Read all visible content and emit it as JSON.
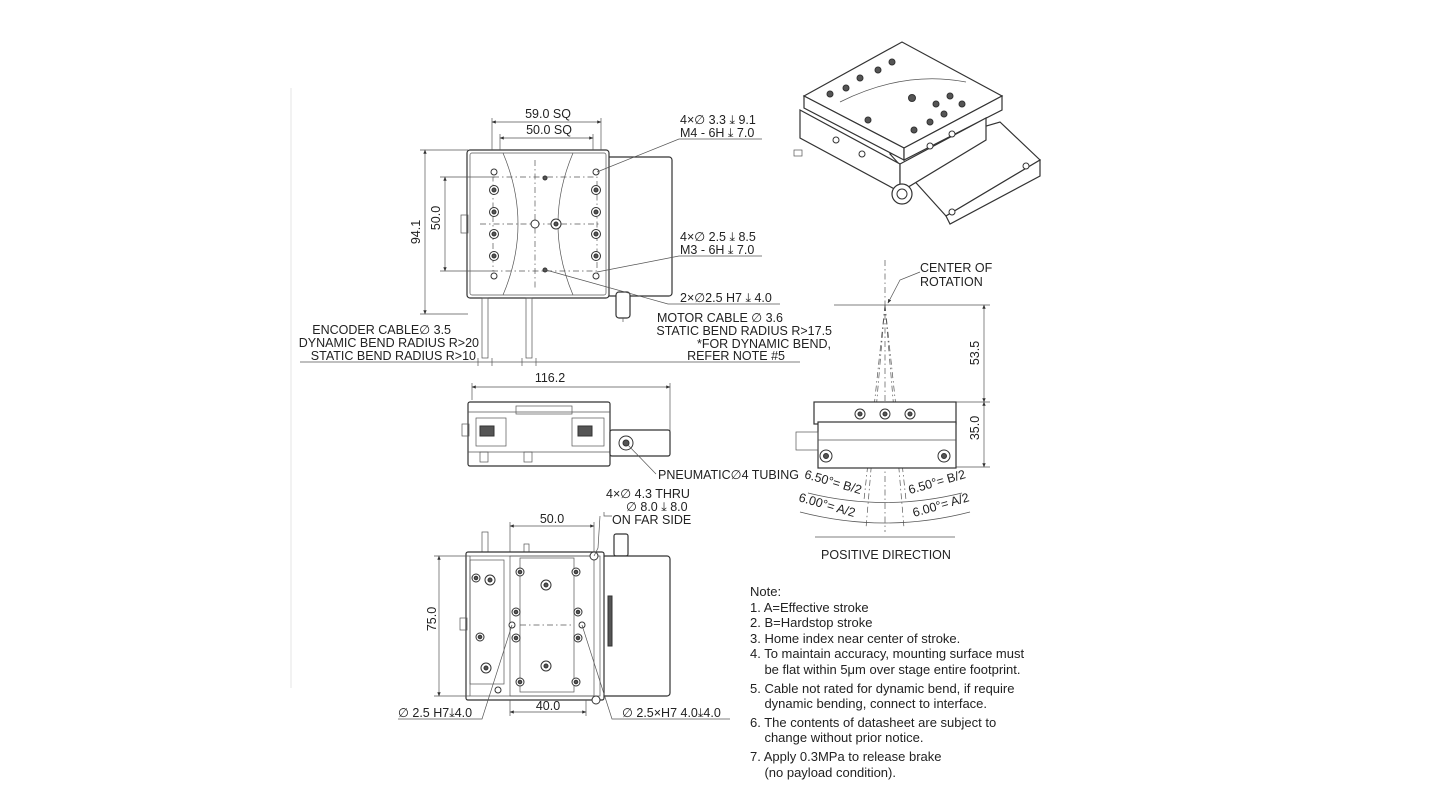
{
  "top_view": {
    "dim_59": "59.0 SQ",
    "dim_50sq": "50.0 SQ",
    "dim_941": "94.1",
    "dim_50v": "50.0",
    "callout_a1": "4×∅ 3.3 ⤓ 9.1",
    "callout_a2": "M4 - 6H ⤓ 7.0",
    "callout_b1": "4×∅ 2.5 ⤓ 8.5",
    "callout_b2": "M3 - 6H ⤓ 7.0",
    "callout_c": "2×∅2.5 H7 ⤓ 4.0",
    "motor_1": "MOTOR CABLE ∅ 3.6",
    "motor_2": "STATIC BEND RADIUS R>17.5",
    "motor_3": "*FOR DYNAMIC BEND,",
    "motor_4": "REFER NOTE #5",
    "enc_1": "ENCODER CABLE∅ 3.5",
    "enc_2": "DYNAMIC BEND RADIUS R>20",
    "enc_3": "STATIC BEND RADIUS R>10"
  },
  "front_view": {
    "dim_1162": "116.2",
    "pneumatic": "PNEUMATIC∅4 TUBING"
  },
  "bottom_view": {
    "thru_1": "4×∅ 4.3 THRU",
    "thru_2": "∅ 8.0 ⤓ 8.0",
    "thru_3": "ON FAR SIDE",
    "dim_50": "50.0",
    "dim_75": "75.0",
    "dim_40": "40.0",
    "pin_left": "∅ 2.5 H7⤓4.0",
    "pin_right": "∅ 2.5×H7 4.0⤓4.0"
  },
  "side_view": {
    "center_1": "CENTER OF",
    "center_2": "ROTATION",
    "dim_535": "53.5",
    "dim_350": "35.0",
    "ang_b_left": "6.50°= B/2",
    "ang_b_right": "6.50°= B/2",
    "ang_a_left": "6.00°= A/2",
    "ang_a_right": "6.00°= A/2",
    "positive": "POSITIVE DIRECTION"
  },
  "notes": [
    "Note:",
    "1. A=Effective stroke",
    "2. B=Hardstop stroke",
    "3. Home index near center of stroke.",
    "4. To maintain accuracy, mounting surface must",
    "    be flat within 5μm over stage entire footprint.",
    "5. Cable not rated for dynamic bend, if require",
    "    dynamic bending, connect to interface.",
    "6. The contents of datasheet are subject to",
    "    change without prior notice.",
    "7. Apply 0.3MPa to release brake",
    "    (no payload condition)."
  ]
}
